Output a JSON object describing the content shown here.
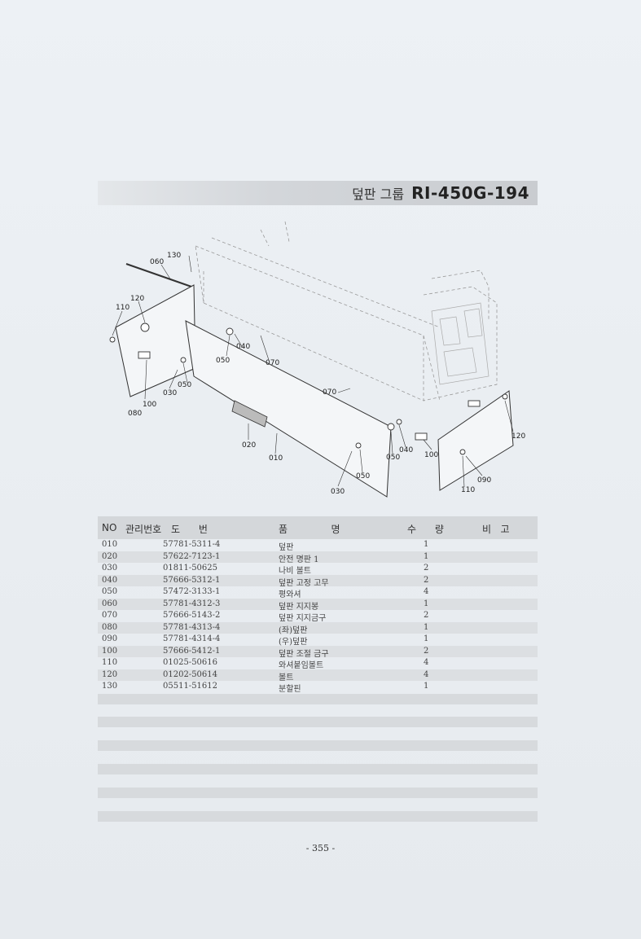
{
  "title": {
    "korean": "덮판 그룹",
    "model": "RI-450G-194"
  },
  "diagram": {
    "callouts": [
      "130",
      "060",
      "120",
      "110",
      "050",
      "040",
      "070",
      "050",
      "030",
      "100",
      "080",
      "070",
      "020",
      "010",
      "050",
      "040",
      "100",
      "050",
      "030",
      "120",
      "090",
      "110"
    ]
  },
  "table": {
    "headers": {
      "no": "NO",
      "mgmt": "관리번호",
      "drawing": "도      번",
      "name": "품              명",
      "qty": "수      량",
      "remark": "비   고"
    },
    "rows": [
      {
        "no": "010",
        "part": "57781-5311-4",
        "name": "덮판",
        "qty": "1"
      },
      {
        "no": "020",
        "part": "57622-7123-1",
        "name": "안전 명판 1",
        "qty": "1"
      },
      {
        "no": "030",
        "part": "01811-50625",
        "name": "나비 볼트",
        "qty": "2"
      },
      {
        "no": "040",
        "part": "57666-5312-1",
        "name": "덮판 고정 고무",
        "qty": "2"
      },
      {
        "no": "050",
        "part": "57472-3133-1",
        "name": "평와셔",
        "qty": "4"
      },
      {
        "no": "060",
        "part": "57781-4312-3",
        "name": "덮판 지지봉",
        "qty": "1"
      },
      {
        "no": "070",
        "part": "57666-5143-2",
        "name": "덮판 지지금구",
        "qty": "2"
      },
      {
        "no": "080",
        "part": "57781-4313-4",
        "name": "(좌)덮판",
        "qty": "1"
      },
      {
        "no": "090",
        "part": "57781-4314-4",
        "name": "(우)덮판",
        "qty": "1"
      },
      {
        "no": "100",
        "part": "57666-5412-1",
        "name": "덮판 조절 금구",
        "qty": "2"
      },
      {
        "no": "110",
        "part": "01025-50616",
        "name": "와셔붙임볼트",
        "qty": "4"
      },
      {
        "no": "120",
        "part": "01202-50614",
        "name": "볼트",
        "qty": "4"
      },
      {
        "no": "130",
        "part": "05511-51612",
        "name": "분할핀",
        "qty": "1"
      }
    ]
  },
  "page_number": "- 355 -"
}
